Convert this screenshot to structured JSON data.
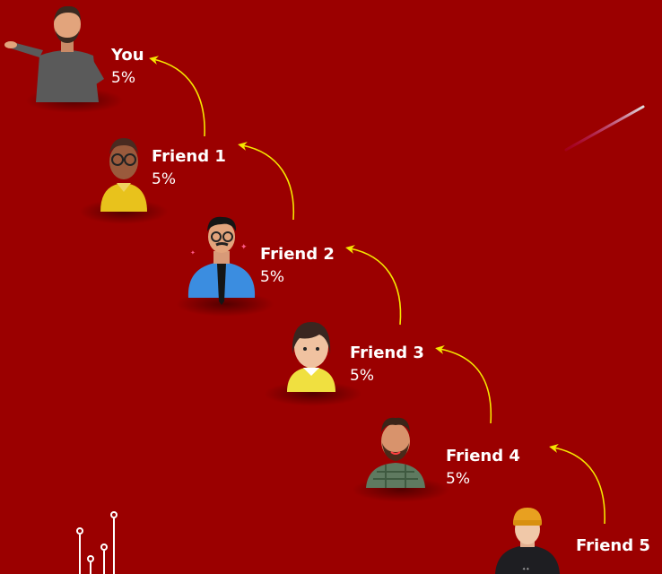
{
  "colors": {
    "background": "#9b0000",
    "arrow": "#f5e600",
    "text": "#ffffff",
    "streak_start": "#c0007a",
    "streak_end": "#d8d8d8"
  },
  "nodes": [
    {
      "name": "You",
      "percent": "5%"
    },
    {
      "name": "Friend 1",
      "percent": "5%"
    },
    {
      "name": "Friend 2",
      "percent": "5%"
    },
    {
      "name": "Friend  3",
      "percent": "5%"
    },
    {
      "name": "Friend  4",
      "percent": "5%"
    },
    {
      "name": "Friend  5",
      "percent": ""
    }
  ],
  "icons": [
    "person-avatar-icon",
    "arrow-icon",
    "circuit-decoration-icon",
    "light-streak-icon"
  ]
}
